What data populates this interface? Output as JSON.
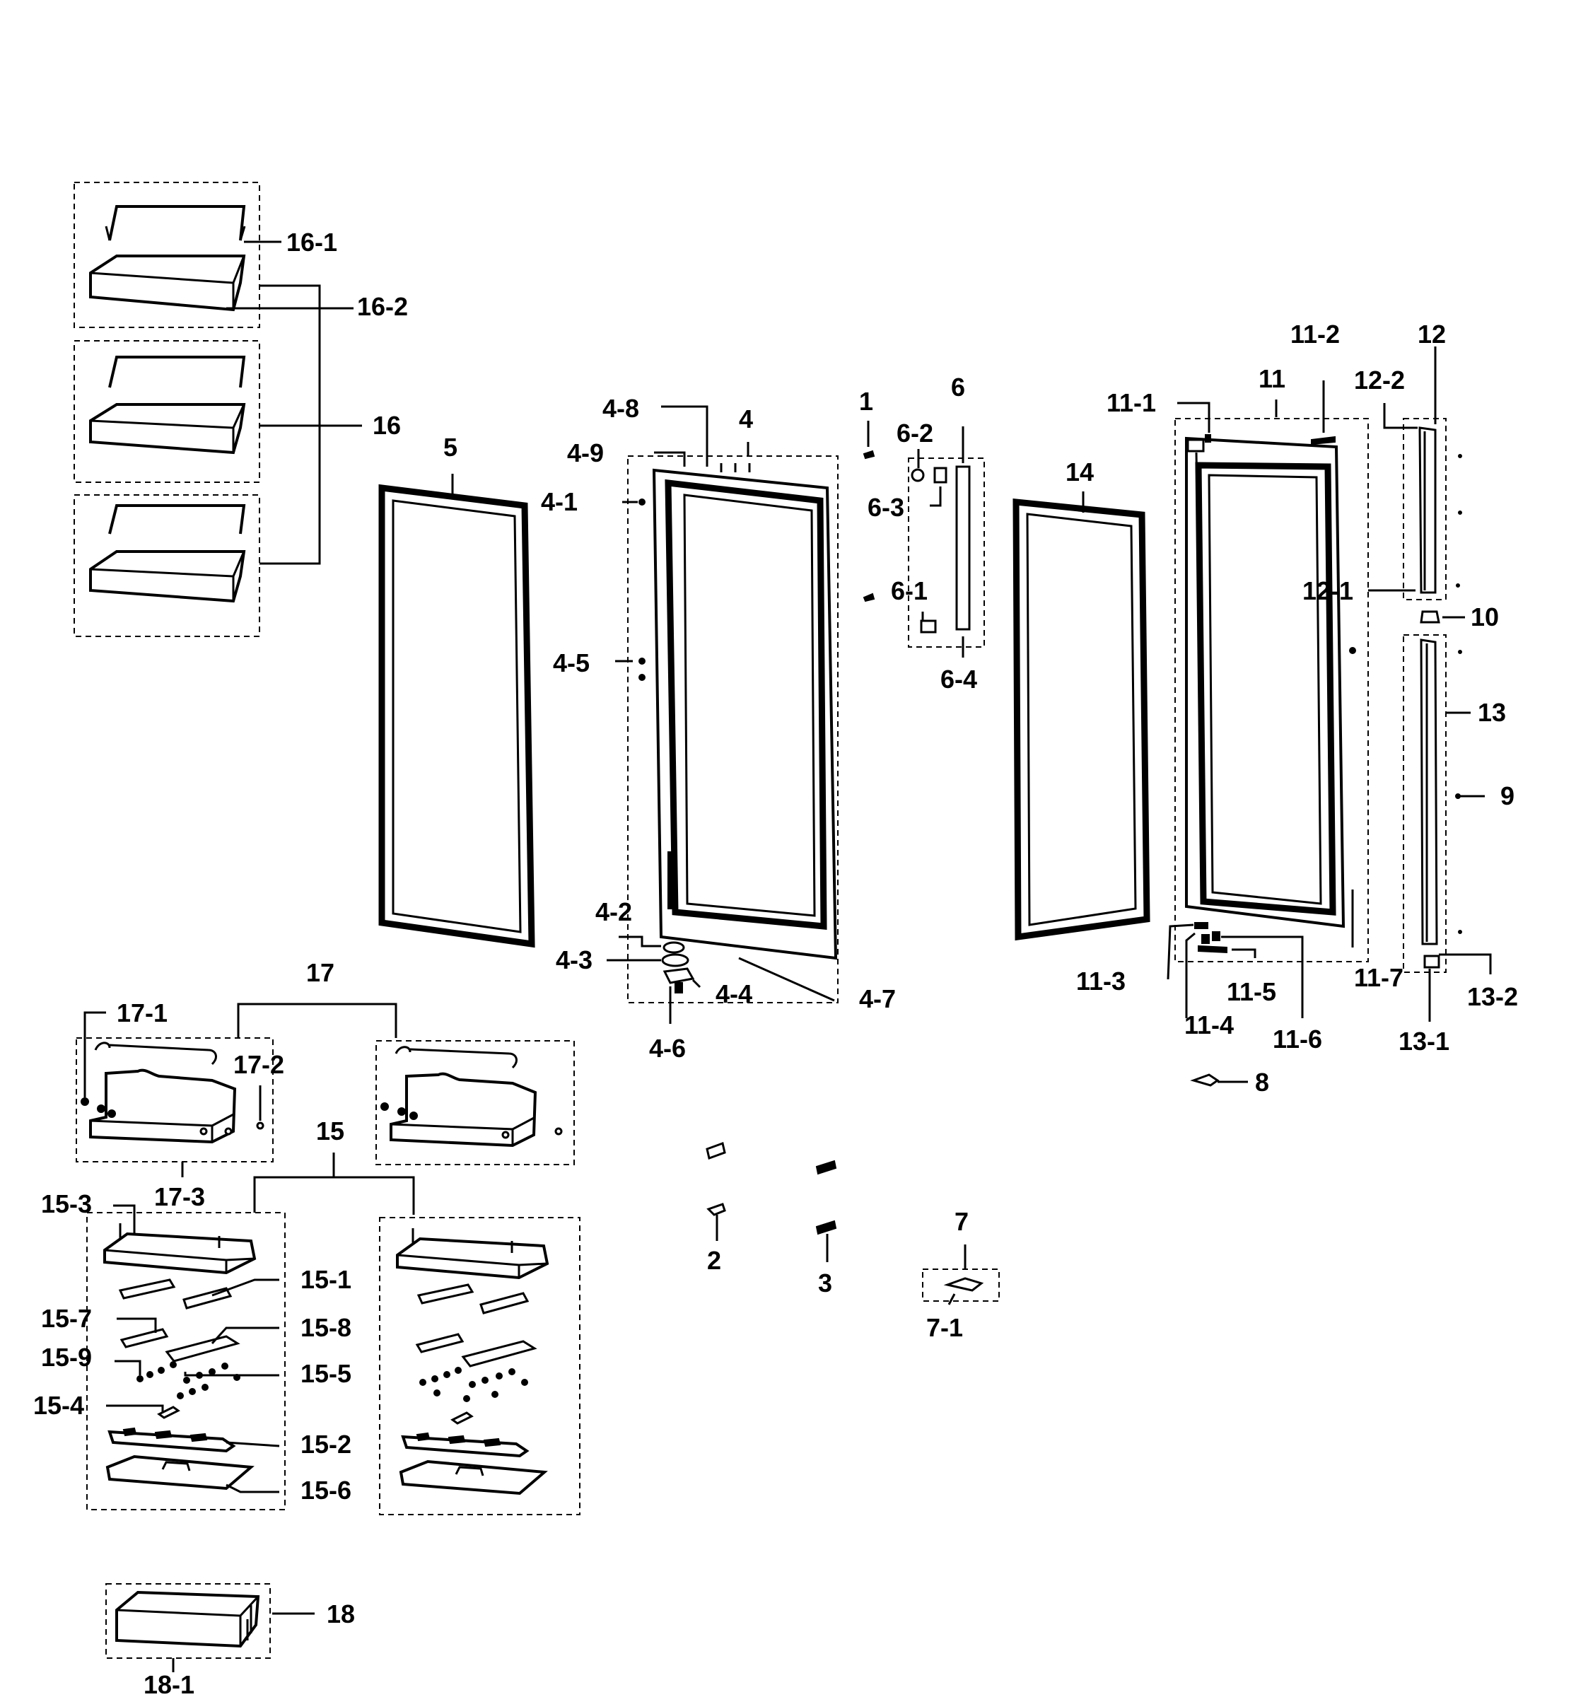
{
  "diagram": {
    "labels": {
      "l1": "1",
      "l2": "2",
      "l3": "3",
      "l4": "4",
      "l4_1": "4-1",
      "l4_2": "4-2",
      "l4_3": "4-3",
      "l4_4": "4-4",
      "l4_5": "4-5",
      "l4_6": "4-6",
      "l4_7": "4-7",
      "l4_8": "4-8",
      "l4_9": "4-9",
      "l5": "5",
      "l6": "6",
      "l6_1": "6-1",
      "l6_2": "6-2",
      "l6_3": "6-3",
      "l6_4": "6-4",
      "l7": "7",
      "l7_1": "7-1",
      "l8": "8",
      "l9": "9",
      "l10": "10",
      "l11": "11",
      "l11_1": "11-1",
      "l11_2": "11-2",
      "l11_3": "11-3",
      "l11_4": "11-4",
      "l11_5": "11-5",
      "l11_6": "11-6",
      "l11_7": "11-7",
      "l12": "12",
      "l12_1": "12-1",
      "l12_2": "12-2",
      "l13": "13",
      "l13_1": "13-1",
      "l13_2": "13-2",
      "l14": "14",
      "l15": "15",
      "l15_1": "15-1",
      "l15_2": "15-2",
      "l15_3": "15-3",
      "l15_4": "15-4",
      "l15_5": "15-5",
      "l15_6": "15-6",
      "l15_7": "15-7",
      "l15_8": "15-8",
      "l15_9": "15-9",
      "l16": "16",
      "l16_1": "16-1",
      "l16_2": "16-2",
      "l17": "17",
      "l17_1": "17-1",
      "l17_2": "17-2",
      "l17_3": "17-3",
      "l18": "18",
      "l18_1": "18-1"
    }
  }
}
